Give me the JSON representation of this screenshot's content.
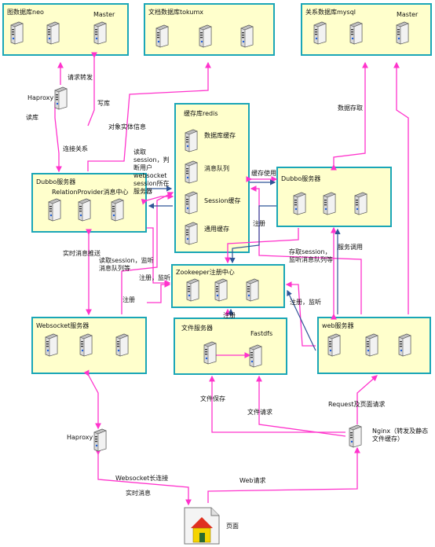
{
  "colors": {
    "box_fill": "#ffffcc",
    "box_border": "#1aa6b7",
    "arrow_magenta": "#ff33cc",
    "arrow_blue": "#2f5597"
  },
  "boxes": {
    "neo": {
      "title": "图数据库neo",
      "master": "Master"
    },
    "tokumx": {
      "title": "文档数据库tokumx"
    },
    "mysql": {
      "title": "关系数据库mysql",
      "master": "Master"
    },
    "redis": {
      "title": "缓存库redis",
      "items": [
        "数据库缓存",
        "消息队列",
        "Session缓存",
        "通用缓存"
      ]
    },
    "dubbo_left": {
      "title": "Dubbo服务器",
      "subtitle": "RelationProvider消息中心"
    },
    "dubbo_right": {
      "title": "Dubbo服务器"
    },
    "zookeeper": {
      "title": "Zookeeper注册中心"
    },
    "websocket": {
      "title": "Websocket服务器"
    },
    "file": {
      "title": "文件服务器",
      "fastdfs": "Fastdfs"
    },
    "web": {
      "title": "web服务器"
    }
  },
  "nodes": {
    "haproxy_top": "Haproxy",
    "haproxy_bottom": "Haproxy",
    "nginx": "Nginx（转发及静态文件缓存）",
    "page": "页面"
  },
  "labels": {
    "qingqiu_zhuanfa": "请求转发",
    "xieku": "写库",
    "duku": "读库",
    "lianjie_guanxi": "连接关系",
    "duixiang_shiti": "对象实体信息",
    "duqu_session": "读取session，判断用户websocket session所在服务器",
    "huancun_shiyong": "缓存使用",
    "shuju_cunqu": "数据存取",
    "zhuce_1": "注册",
    "fuwu_diaoyong": "服务调用",
    "cunqu_session": "存取session，监听消息队列等",
    "shishi_tuisong": "实时消息推送",
    "duqu_session_jianting": "读取session，监听消息队列等",
    "zhuce_jianting_1": "注册，监听",
    "zhuce_2": "注册",
    "zhuce_3": "注册",
    "zhuce_jianting_2": "注册，监听",
    "wenjian_baocun": "文件保存",
    "wenjian_qingqiu": "文件请求",
    "request_yemian": "Request及页面请求",
    "websocket_changlianjie": "Websocket长连接",
    "shishi_xiaoxi": "实时消息",
    "web_qingqiu": "Web请求"
  }
}
